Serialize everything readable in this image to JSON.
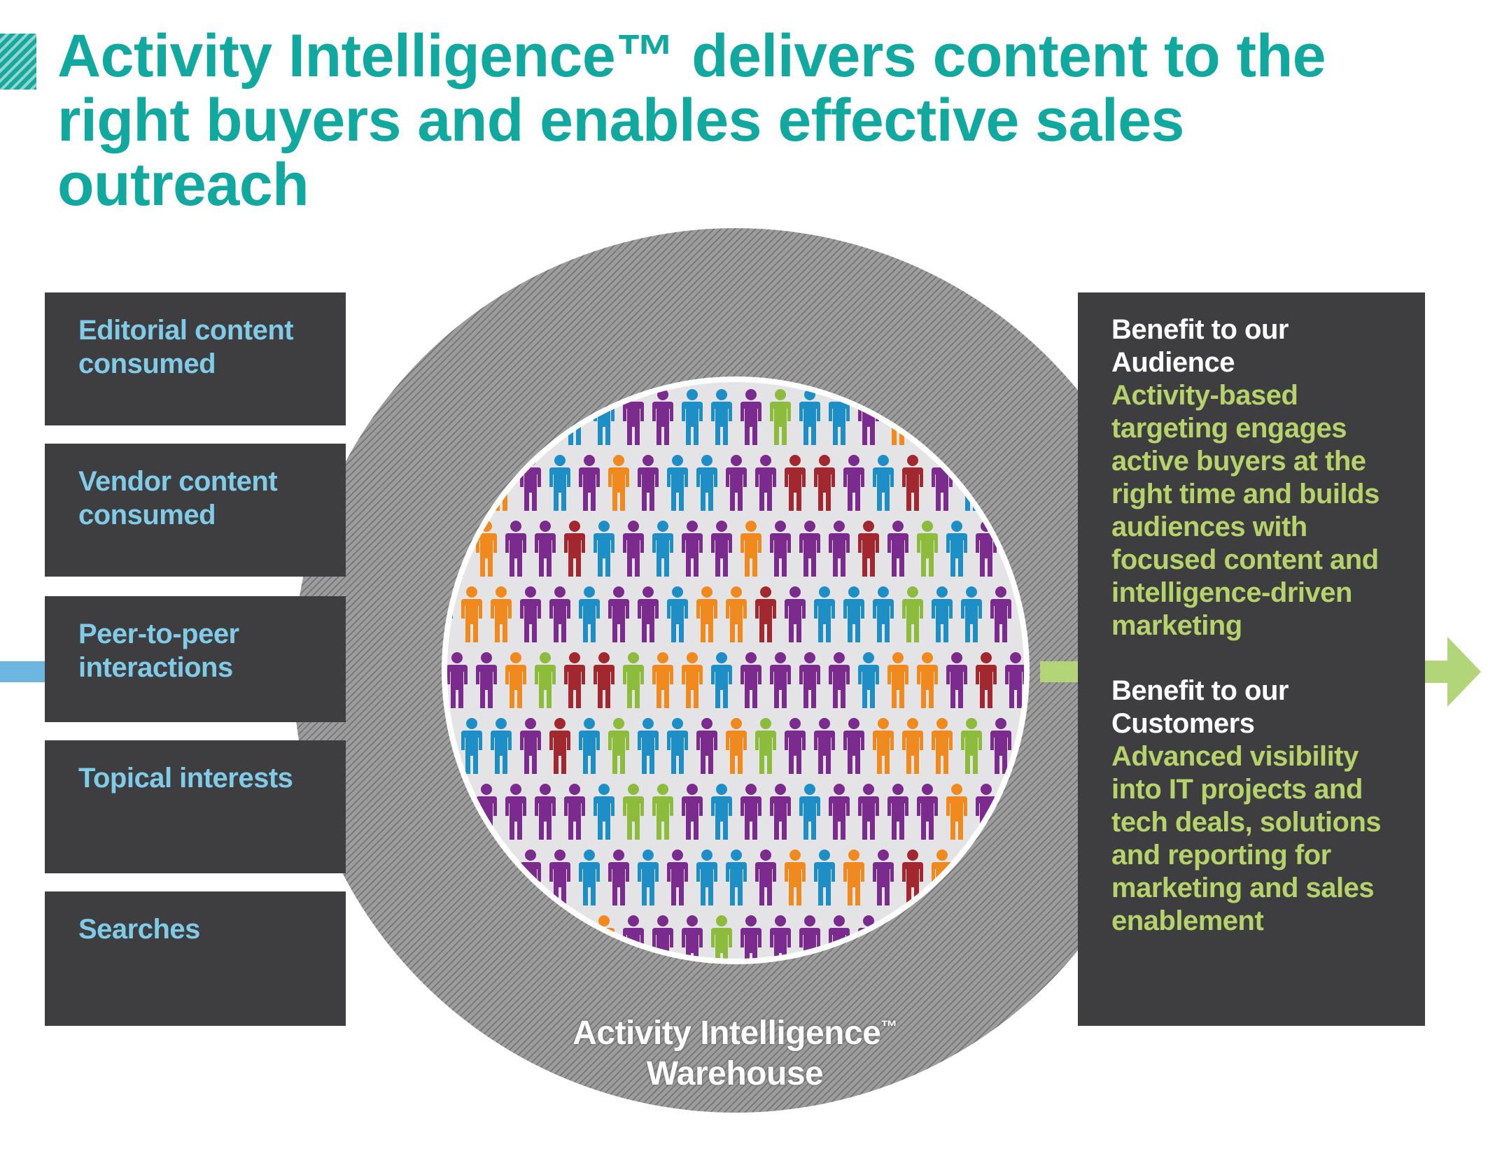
{
  "title": "Activity Intelligence™ delivers content to the right buyers and enables effective sales outreach",
  "inputs": [
    {
      "label": "Editorial content consumed"
    },
    {
      "label": "Vendor content consumed"
    },
    {
      "label": "Peer-to-peer interactions"
    },
    {
      "label": "Topical interests"
    },
    {
      "label": "Searches"
    }
  ],
  "warehouse": {
    "line1": "Activity Intelligence",
    "tm": "™",
    "line2": "Warehouse"
  },
  "benefits": [
    {
      "heading": "Benefit to our Audience",
      "text": "Activity-based targeting engages active buyers at the right time and builds audiences with focused content and intelligence-driven marketing"
    },
    {
      "heading": "Benefit to our Customers",
      "text": "Advanced visibility into IT projects and tech deals, solutions and reporting for marketing and sales enablement"
    }
  ],
  "colors": {
    "title": "#11a99f",
    "box": "#3e3e40",
    "input_text": "#7fcbe8",
    "benefit_text": "#b6d36b",
    "arrow_in": "#6cb7e0",
    "arrow_out": "#b3d57a",
    "people": [
      "#7b2a8e",
      "#1d8fc6",
      "#f08a1f",
      "#8dbb3b",
      "#a3272e"
    ]
  }
}
